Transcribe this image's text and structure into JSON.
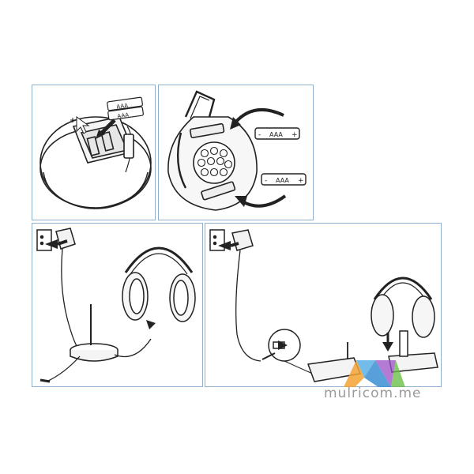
{
  "panels": {
    "battery_cap": {
      "battery_label": "AAA",
      "plus": "+",
      "minus": "-"
    },
    "battery_insert": {
      "battery_top_label": "AAA",
      "battery_bottom_label": "AAA",
      "plus": "+",
      "minus": "-"
    },
    "setup_tv": {},
    "setup_dock": {}
  },
  "watermark": {
    "text": "mulricom.me"
  }
}
